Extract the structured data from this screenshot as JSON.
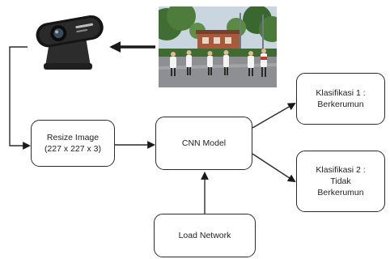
{
  "nodes": {
    "resize": {
      "line1": "Resize Image",
      "line2": "(227 x 227 x 3)"
    },
    "cnn": {
      "label": "CNN Model"
    },
    "load": {
      "label": "Load Network"
    },
    "class1": {
      "line1": "Klasifikasi 1 :",
      "line2": "Berkerumun"
    },
    "class2": {
      "line1": "Klasifikasi 2 :",
      "line2": "Tidak",
      "line3": "Berkerumun"
    }
  },
  "images": {
    "webcam": "webcam-icon",
    "photo": "crowd-photo"
  },
  "colors": {
    "stroke": "#2b2b2b",
    "arrow": "#1a1a1a"
  }
}
